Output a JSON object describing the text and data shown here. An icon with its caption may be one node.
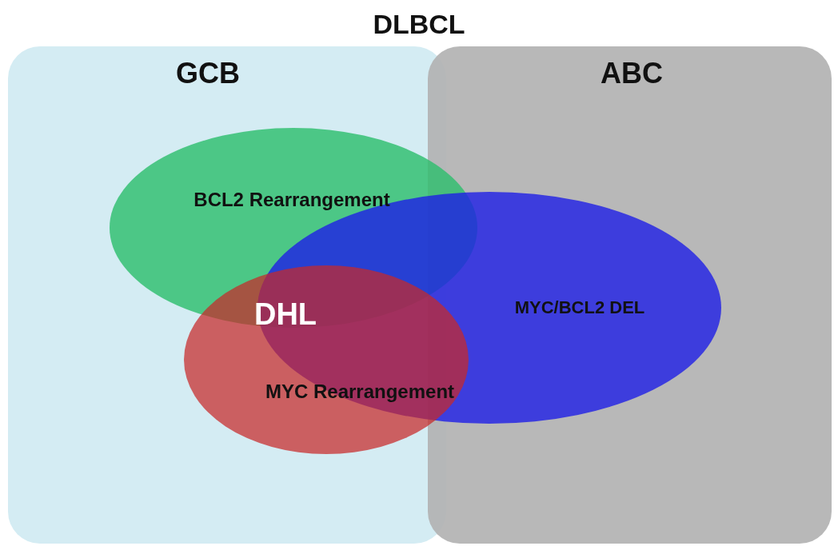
{
  "diagram": {
    "title": "DLBCL",
    "nodes": [
      {
        "text": [
          "GCB"
        ]
      },
      {
        "text": [
          "ABC"
        ]
      },
      {
        "text": [
          "BCL2 Rearrangement"
        ]
      },
      {
        "text": [
          "MYC/BCL2 DEL"
        ]
      },
      {
        "text": [
          "MYC Rearrangement"
        ]
      }
    ],
    "labels": [
      "DHL"
    ]
  }
}
